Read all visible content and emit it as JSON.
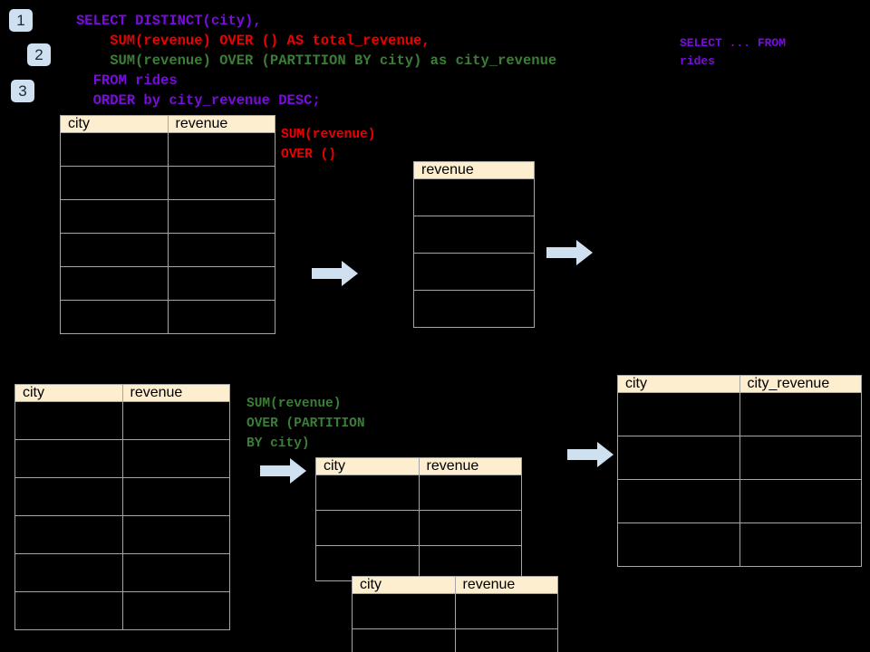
{
  "page": {
    "background_color": "#000000",
    "accent_color": "#cfe0f0",
    "header_fill": "#fceece",
    "grid_line_color": "#a6a6a6"
  },
  "badges": [
    {
      "label": "1"
    },
    {
      "label": "2"
    },
    {
      "label": "3"
    }
  ],
  "code": {
    "line1": "SELECT DISTINCT(city),",
    "line2": "    SUM(revenue) OVER () AS total_revenue,",
    "line3": "    SUM(revenue) OVER (PARTITION BY city) as city_revenue",
    "line4": "  FROM rides",
    "line5": "  ORDER by city_revenue DESC;",
    "side_note_line1": "SELECT ... FROM",
    "side_note_line2": "rides"
  },
  "annotations": {
    "total_revenue": {
      "line1": "SUM(revenue)",
      "line2": "OVER ()",
      "color": "#ee0000"
    },
    "city_revenue": {
      "line1": "SUM(revenue)",
      "line2": "OVER (PARTITION",
      "line3": "BY city)",
      "color": "#3b7f36"
    }
  },
  "tables": {
    "source_top": {
      "name": "rides-source-table-top",
      "headers": [
        "city",
        "revenue"
      ],
      "row_count": 6,
      "rows": [
        [
          "",
          ""
        ],
        [
          "",
          ""
        ],
        [
          "",
          ""
        ],
        [
          "",
          ""
        ],
        [
          "",
          ""
        ],
        [
          "",
          ""
        ]
      ]
    },
    "total_revenue": {
      "name": "total-revenue-table",
      "headers": [
        "revenue"
      ],
      "row_count": 4,
      "rows": [
        [
          ""
        ],
        [
          ""
        ],
        [
          ""
        ],
        [
          ""
        ]
      ]
    },
    "source_bottom": {
      "name": "rides-source-table-bottom",
      "headers": [
        "city",
        "revenue"
      ],
      "row_count": 6,
      "rows": [
        [
          "",
          ""
        ],
        [
          "",
          ""
        ],
        [
          "",
          ""
        ],
        [
          "",
          ""
        ],
        [
          "",
          ""
        ],
        [
          "",
          ""
        ]
      ]
    },
    "partition_back": {
      "name": "partition-group-table-back",
      "headers": [
        "city",
        "revenue"
      ],
      "row_count": 3,
      "rows": [
        [
          "",
          ""
        ],
        [
          "",
          ""
        ],
        [
          "",
          ""
        ]
      ]
    },
    "partition_front": {
      "name": "partition-group-table-front",
      "headers": [
        "city",
        "revenue"
      ],
      "row_count": 2,
      "rows": [
        [
          "",
          ""
        ],
        [
          "",
          ""
        ]
      ]
    },
    "result": {
      "name": "final-result-table",
      "headers": [
        "city",
        "city_revenue"
      ],
      "row_count": 4,
      "rows": [
        [
          "",
          ""
        ],
        [
          "",
          ""
        ],
        [
          "",
          ""
        ],
        [
          "",
          ""
        ]
      ]
    }
  },
  "arrows": [
    {
      "name": "arrow-source-to-total-revenue"
    },
    {
      "name": "arrow-total-revenue-to-result"
    },
    {
      "name": "arrow-source-to-partition"
    },
    {
      "name": "arrow-partition-to-result"
    }
  ]
}
